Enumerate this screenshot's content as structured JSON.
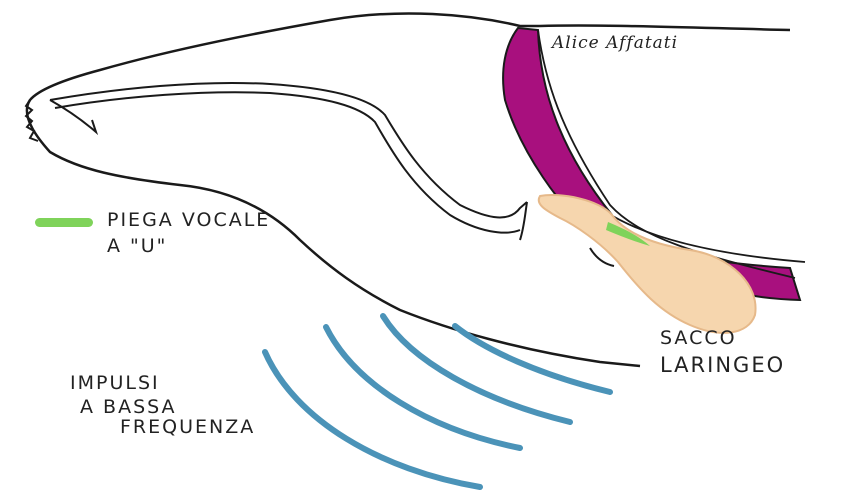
{
  "author": "Alice Affatati",
  "legend": {
    "swatch_color": "#7fd35a",
    "line1": "PIEGA VOCALE",
    "line2": "A \"U\""
  },
  "labels": {
    "sac_line1": "SACCO",
    "sac_line2": "LARINGEO",
    "pulse_line1": "IMPULSI",
    "pulse_line2": "A BASSA",
    "pulse_line3": "FREQUENZA"
  },
  "colors": {
    "outline": "#1a1a1a",
    "trachea": "#a8107e",
    "sac": "#f6d6ae",
    "vocal_fold": "#7fd35a",
    "waves": "#4b93b8"
  }
}
